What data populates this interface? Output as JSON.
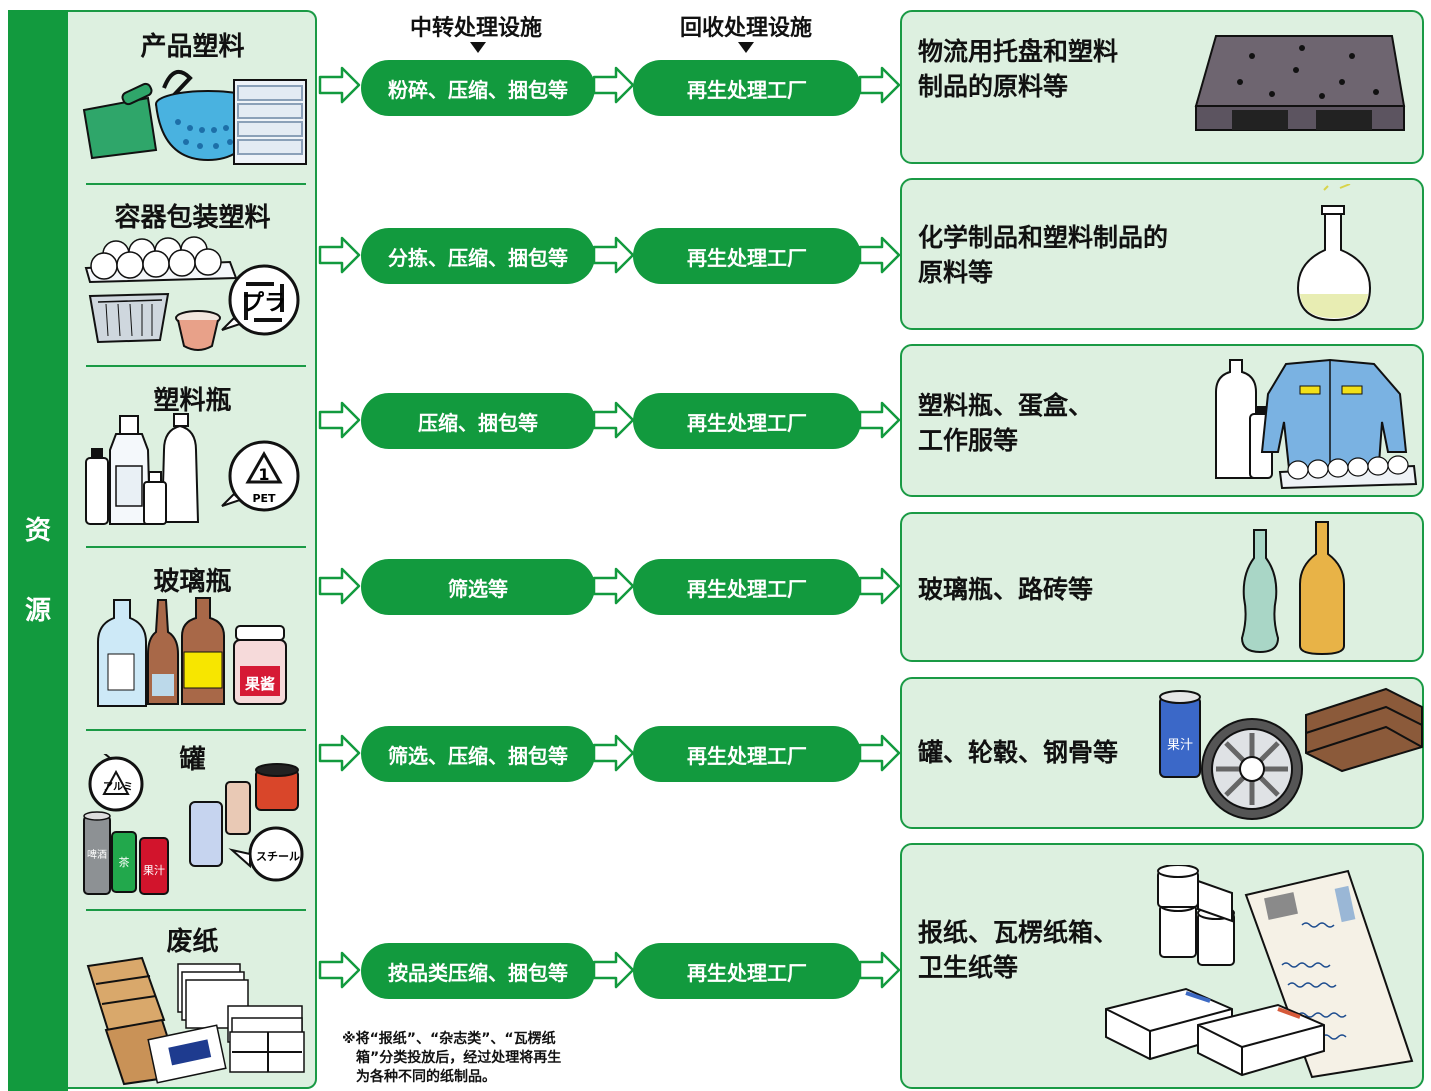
{
  "side_label": [
    "资",
    "源"
  ],
  "headers": {
    "transfer": "中转处理设施",
    "recycle": "回收处理设施"
  },
  "rows": [
    {
      "category": "产品塑料",
      "process": "粉碎、压缩、捆包等",
      "facility": "再生处理工厂",
      "output": [
        "物流用托盘和塑料",
        "制品的原料等"
      ]
    },
    {
      "category": "容器包装塑料",
      "process": "分拣、压缩、捆包等",
      "facility": "再生处理工厂",
      "output": [
        "化学制品和塑料制品的",
        "原料等"
      ],
      "symbol_text": "プラ"
    },
    {
      "category": "塑料瓶",
      "process": "压缩、捆包等",
      "facility": "再生处理工厂",
      "output": [
        "塑料瓶、蛋盒、",
        "工作服等"
      ],
      "symbol_num": "1",
      "symbol_text": "PET"
    },
    {
      "category": "玻璃瓶",
      "process": "筛选等",
      "facility": "再生处理工厂",
      "output": [
        "玻璃瓶、路砖等"
      ],
      "jar_label": "果酱"
    },
    {
      "category": "罐",
      "process": "筛选、压缩、捆包等",
      "facility": "再生处理工厂",
      "output": [
        "罐、轮毂、钢骨等"
      ],
      "can_labels": [
        "啤酒",
        "茶",
        "果汁"
      ],
      "alu_text": "アルミ",
      "steel_text": "スチール",
      "juice_label": "果汁"
    },
    {
      "category": "废纸",
      "process": "按品类压缩、捆包等",
      "facility": "再生处理工厂",
      "output": [
        "报纸、瓦楞纸箱、",
        "卫生纸等"
      ]
    }
  ],
  "footnote": [
    "※将“报纸”、“杂志类”、“瓦楞纸",
    "箱”分类投放后，经过处理将再生",
    "为各种不同的纸制品。"
  ],
  "colors": {
    "primary_green": "#129a3e",
    "panel_green": "#ddf0e0",
    "border_green": "#1a9a45"
  }
}
